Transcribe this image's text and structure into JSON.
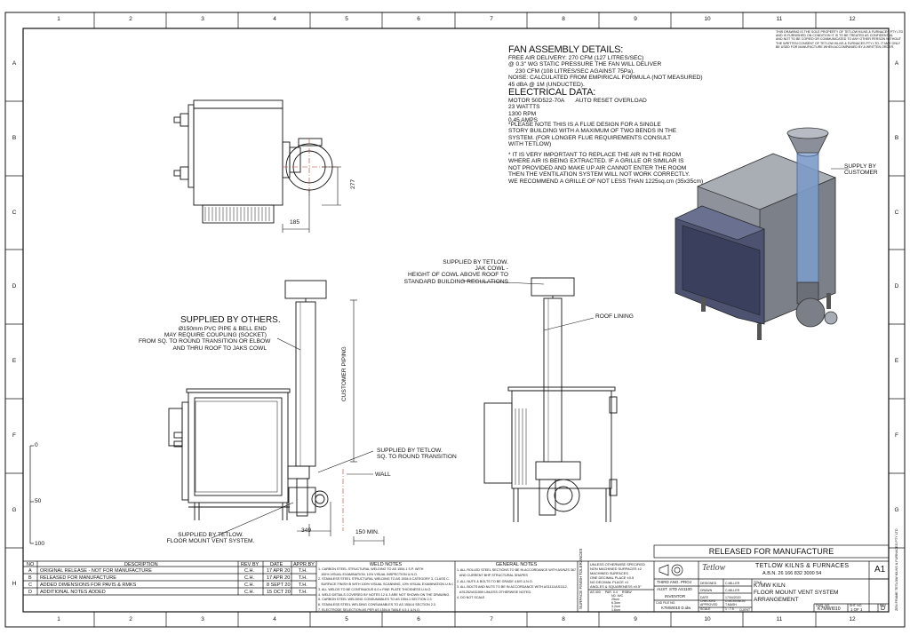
{
  "zone_cols": [
    "1",
    "2",
    "3",
    "4",
    "5",
    "6",
    "7",
    "8",
    "9",
    "10",
    "11",
    "12"
  ],
  "zone_rows": [
    "A",
    "B",
    "C",
    "D",
    "E",
    "F",
    "G",
    "H"
  ],
  "fan_details": {
    "heading": "FAN ASSEMBLY DETAILS:",
    "lines": [
      "FREE AIR DELIVERY: 270 CFM (127 LITRES/SEC)",
      "@ 0.3\" WG STATIC PRESSURE THE FAN WILL DELIVER",
      "230 CFM (108 LITRES/SEC AGAINST 75Pa).",
      "NOISE: CALCULATED FROM EMPIRICAL FORMULA (NOT MEASURED)",
      "45 dBA @ 1M (UNDUCTED)."
    ]
  },
  "electrical": {
    "heading": "ELECTRICAL DATA:",
    "lines": [
      "MOTOR 50D522-70A       AUTO RESET OVERLOAD",
      "23 WATTTS",
      "1300 RPM",
      "0.45 AMPS"
    ]
  },
  "note_flue": "*PLEASE NOTE THIS IS A FLUE DESIGN FOR A SINGLE\nSTORY BUILDING WITH A MAXIMUM OF TWO BENDS IN THE\nSYSTEM. (FOR LONGER FLUE REQUIREMENTS CONSULT\nWITH TETLOW)",
  "note_air": "* IT IS VERY IMPORTANT TO REPLACE THE AIR IN THE ROOM\nWHERE AIR IS BEING EXTRACTED. IF A GRILLE OR SIMILAR IS\nNOT PROVIDED AND MAKE UP AIR CANNOT ENTER THE ROOM\nTHEN THE VENTILATION SYSTEM WILL NOT WORK CORRECTLY.\nWE RECOMMEND A GRILLE OF NOT LESS THAN 1225sq.cm (35x35cm)",
  "copyright": "THIS DRAWING IS THE SOLE PROPERTY OF TETLOW KILNS & FURNACES PTY LTD\nAND IS FURNISHED ON CONDITION IT IS TO BE TREATED AS CONFIDENTIAL\nAND NOT TO BE COPIED OR COMMUNICATED TO ANY OTHER PERSON WITHOUT\nTHE WRITTEN CONSENT OF TETLOW KILNS & FURNACES PTY LTD. IT MAY ONLY\nBE USED FOR MANUFACTURE WHEN ACCOMPANIED BY A WRITTEN ORDER.",
  "callouts": {
    "supply_by_customer": "SUPPLY BY\nCUSTOMER",
    "supplied_by_others": "SUPPLIED BY OTHERS.",
    "pvc_pipe": "Ø150mm PVC PIPE & BELL END\nMAY REQUIRE COUPLING (SOCKET)\nFROM SQ. TO ROUND TRANSITION OR ELBOW\nAND THRU ROOF TO JAKS COWL",
    "customer_piping": "CUSTOMER PIPING",
    "supplied_transition": "SUPPLIED BY TETLOW.\nSQ. TO ROUND TRANSITION",
    "wall": "WALL",
    "supplied_floor": "SUPPLIED BY TETLOW.\nFLOOR MOUNT VENT SYSTEM.",
    "jak_cowl": "SUPPLIED BY TETLOW.\nJAK COWL -\nHEIGHT OF COWL ABOVE ROOF TO\nSTANDARD BUILDING REGULATIONS",
    "roof_lining": "ROOF LINING"
  },
  "dims": {
    "d277": "277",
    "d185": "185",
    "d349": "349",
    "d150": "150 MIN."
  },
  "scale_labels": [
    "0",
    "50",
    "100"
  ],
  "released_banner": "RELEASED FOR MANUFACTURE",
  "revisions": {
    "headers": [
      "NO",
      "DESCRIPTION",
      "REV BY",
      "DATE",
      "APPR BY"
    ],
    "rows": [
      [
        "A",
        "ORIGINAL RELEASE - NOT FOR MANUFACTURE",
        "C.H.",
        "17 APR 20",
        "T.H."
      ],
      [
        "B",
        "RELEASED FOR MANUFACTURE",
        "C.H.",
        "17 APR 20",
        "T.H."
      ],
      [
        "C",
        "ADDED DIMENSIONS FOR PAVIS & RMKS",
        "C.H.",
        "8 SEPT 20",
        "T.H."
      ],
      [
        "D",
        "ADDITIONAL NOTES ADDED",
        "C.H.",
        "15 OCT 20",
        "T.H."
      ]
    ]
  },
  "weld_notes": {
    "title": "WELD NOTES",
    "lines": [
      "1. CARBON STEEL STRUCTURAL WELDING TO AS 1554.1 S.P. WITH",
      "   100% VISUAL EXAMINATION, 10% VISUAL INSPECTION U.N.O.",
      "2. STAINLESS STEEL STRUCTURAL WELDING TO AS 1554.6 CATEGORY 3, CLASS C.",
      "   SURFACE FINISH B WITH 100% VISUAL SCANNING, 10% VISUAL EXAMINATION U.N.O.",
      "3. ALL WELDS TO BE CONTINUOUS 6.0 x FINE PLATE THICKNESS U.N.O.",
      "4. WELD DETAILS COVERED BY NOTES 12 & 3 ARE NOT SHOWN ON THE DRAWING",
      "5. CARBON STEEL WELDING CONSUMABLES TO AS 1554.1 SECTION 2.3",
      "6. STAINLESS STEEL WELDING CONSUMABLES TO AS 1554.6 SECTION 2.3",
      "7. ELECTRODE SELECTION AS PER AS 1554.6 TABLE 4.5.1 U.N.O."
    ]
  },
  "general_notes": {
    "title": "GENERAL NOTES",
    "lines": [
      "1. ALL ROLLED STEEL SECTIONS TO BE IN ACCORDANCE WITH AS/NZS 3679.1-300",
      "   AND CURRENT BHP STRUCTURAL SHAPES",
      "2. ALL NUTS & BOLTS TO BE GRADE 4.6/S U.N.O.",
      "3. ALL BOLTS AND NUTS TO BE IN ACCORDANCE WITH AS1111/AS1112,",
      "   AS1252/AS1559 UNLESS OTHERWISE NOTED.",
      "4. DO NOT SCALE"
    ]
  },
  "tolerances": {
    "label": "TOLERANCES",
    "lines": [
      "UNLESS OTHERWISE SPECIFIED",
      "NON MACHINED SURFACES ±2",
      "MACHINED SURFACES",
      "ONE DECIMAL PLACE ±0.5",
      "NO DECIMAL PLACE ±1",
      "ANGLES & SQUARENESS ±0.5°"
    ],
    "surface_label": "SURFACE FINISH",
    "surface_lines": [
      "AS 400     PAR. 0.4     RSBW",
      "N0. M/C",
      "25um",
      "6.3um",
      "3.2um",
      "1.6um"
    ]
  },
  "projection": {
    "line1": "THIRD ANG. PROJ",
    "line2": "AUST. STD AS1100",
    "software": "INVENTOR",
    "cad_label": "CAD FILE NO.",
    "cad_file": "K7MWI010 D.idw"
  },
  "signoffs": [
    [
      "DESIGNED",
      "C.MILLER"
    ],
    [
      "DRAWN",
      "C.MILLER"
    ],
    [
      "DATE",
      "17/04/2020"
    ],
    [
      "CHECKED",
      "D.MCKINNON"
    ],
    [
      "APPROVED",
      "T.MASH"
    ],
    [
      "SCALE",
      "1 : 7.5"
    ]
  ],
  "client_label": "CLIENT",
  "company": {
    "logo": "Tetlow",
    "name": "TETLOW KILNS & FURNACES",
    "abn": "A.B.N. 26 166 832 3000 54"
  },
  "title_label": "TITLE",
  "title_lines": [
    "K7MW KILN",
    "FLOOR MOUNT VENT SYSTEM",
    "ARRANGEMENT"
  ],
  "sheet_size": "A1",
  "dwg_label": "DWG. NO.",
  "dwg_no": "K7MWI010",
  "sheet_label": "SHT. NO.",
  "sheet_no": "1 OF 1",
  "rev_label": "REV",
  "rev": "D",
  "side_text": "ZEN FRAME TETLOW KILNS & FURNACES PTY LTD"
}
